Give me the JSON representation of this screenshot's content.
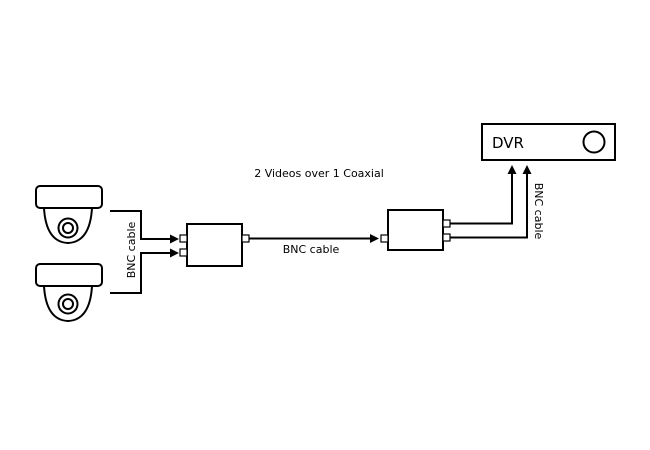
{
  "diagram": {
    "title": "2 Videos over 1 Coaxial",
    "cable_label_left": "BNC cable",
    "cable_label_middle": "BNC cable",
    "cable_label_right": "BNC cable",
    "dvr_label": "DVR"
  }
}
